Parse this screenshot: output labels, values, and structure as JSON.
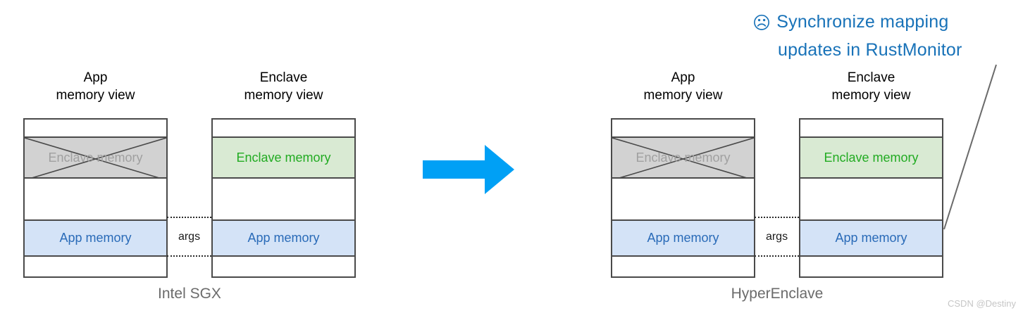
{
  "figure": {
    "watermark": "CSDN @Destiny"
  },
  "panels": [
    {
      "id": "intel-sgx",
      "caption": "Intel SGX",
      "connector_label": "args",
      "columns": [
        {
          "id": "app-view",
          "header": "App\nmemory view",
          "segments": [
            {
              "kind": "blank",
              "label": ""
            },
            {
              "kind": "enclave-x",
              "label": "Enclave memory"
            },
            {
              "kind": "blank",
              "label": ""
            },
            {
              "kind": "appmem",
              "label": "App memory"
            },
            {
              "kind": "blank",
              "label": ""
            }
          ]
        },
        {
          "id": "enclave-view",
          "header": "Enclave\nmemory view",
          "segments": [
            {
              "kind": "blank",
              "label": ""
            },
            {
              "kind": "enclave-ok",
              "label": "Enclave memory"
            },
            {
              "kind": "blank",
              "label": ""
            },
            {
              "kind": "appmem",
              "label": "App memory"
            },
            {
              "kind": "blank",
              "label": ""
            }
          ]
        }
      ]
    },
    {
      "id": "hyperenclave",
      "caption": "HyperEnclave",
      "connector_label": "args",
      "columns": [
        {
          "id": "app-view",
          "header": "App\nmemory view",
          "segments": [
            {
              "kind": "blank",
              "label": ""
            },
            {
              "kind": "enclave-x",
              "label": "Enclave memory"
            },
            {
              "kind": "blank",
              "label": ""
            },
            {
              "kind": "appmem",
              "label": "App memory"
            },
            {
              "kind": "blank",
              "label": ""
            }
          ]
        },
        {
          "id": "enclave-view",
          "header": "Enclave\nmemory view",
          "segments": [
            {
              "kind": "blank",
              "label": ""
            },
            {
              "kind": "enclave-ok",
              "label": "Enclave memory"
            },
            {
              "kind": "blank",
              "label": ""
            },
            {
              "kind": "appmem",
              "label": "App memory"
            },
            {
              "kind": "blank",
              "label": ""
            }
          ]
        }
      ]
    }
  ],
  "annotation": {
    "icon": "frowning-face-icon",
    "icon_glyph": "☹",
    "line1": "Synchronize mapping",
    "line2": "updates in RustMonitor",
    "color": "#1872b8"
  },
  "transition_arrow": {
    "icon": "right-arrow-icon",
    "color": "#00a0f5",
    "direction": "right"
  },
  "colors": {
    "enclave_fill": "#d9ead3",
    "enclave_text": "#22ab22",
    "disabled_fill": "#d2d2d2",
    "disabled_text": "#a0a0a0",
    "app_fill": "#d4e3f7",
    "app_text": "#2a6bb8",
    "stroke": "#4a4a4a",
    "caption": "#6b6b6b",
    "accent": "#00a0f5",
    "annotation": "#1872b8"
  }
}
